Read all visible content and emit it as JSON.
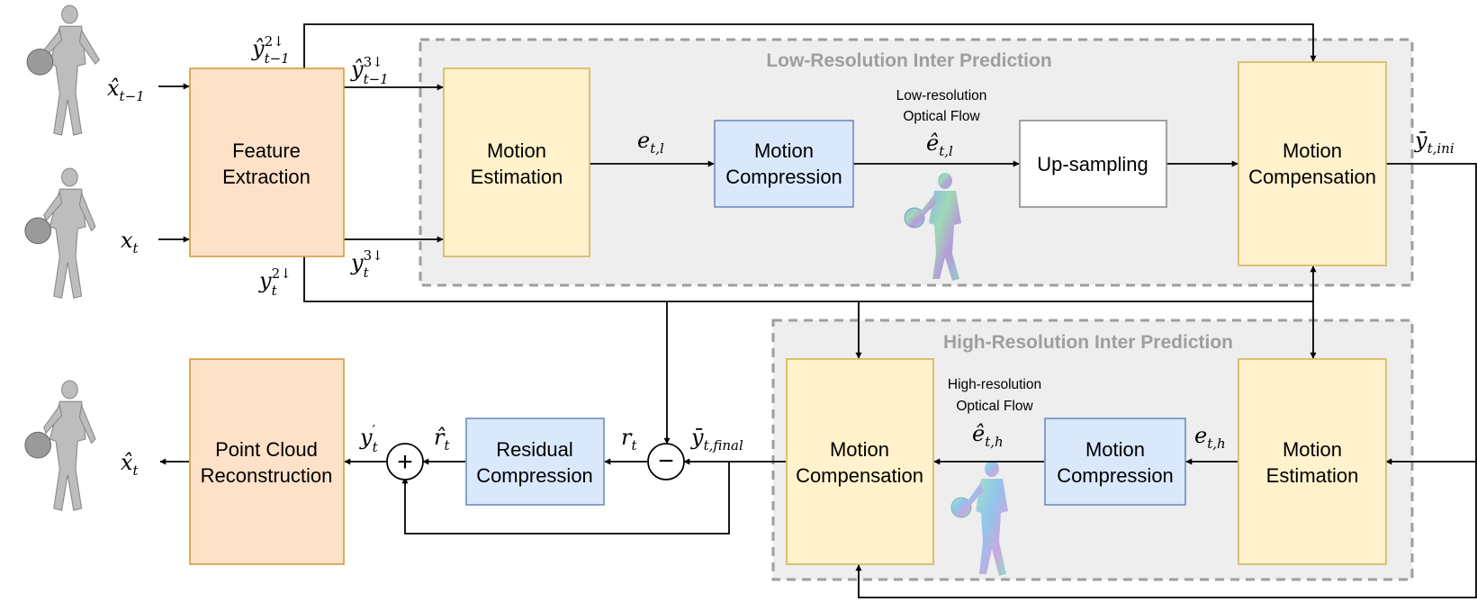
{
  "regions": {
    "low_res": "Low-Resolution Inter Prediction",
    "high_res": "High-Resolution Inter Prediction"
  },
  "blocks": {
    "feature_extraction": [
      "Feature",
      "Extraction"
    ],
    "motion_estimation_low": [
      "Motion",
      "Estimation"
    ],
    "motion_compression_low": [
      "Motion",
      "Compression"
    ],
    "upsampling": "Up-sampling",
    "motion_compensation_low": [
      "Motion",
      "Compensation"
    ],
    "point_cloud_reconstruction": [
      "Point Cloud",
      "Reconstruction"
    ],
    "residual_compression": [
      "Residual",
      "Compression"
    ],
    "motion_compensation_high": [
      "Motion",
      "Compensation"
    ],
    "motion_compression_high": [
      "Motion",
      "Compression"
    ],
    "motion_estimation_high": [
      "Motion",
      "Estimation"
    ]
  },
  "annotations": {
    "low_res_flow": [
      "Low-resolution",
      "Optical Flow"
    ],
    "high_res_flow": [
      "High-resolution",
      "Optical Flow"
    ]
  },
  "symbols": {
    "x_hat_prev": {
      "base": "x̂",
      "sub": "t−1"
    },
    "x_t": {
      "base": "x",
      "sub": "t"
    },
    "x_hat_t": {
      "base": "x̂",
      "sub": "t"
    },
    "y_hat_prev_2": {
      "base": "ŷ",
      "sub": "t−1",
      "sup": "2↓"
    },
    "y_hat_prev_3": {
      "base": "ŷ",
      "sub": "t−1",
      "sup": "3↓"
    },
    "y_t_3": {
      "base": "y",
      "sub": "t",
      "sup": "3↓"
    },
    "y_t_2": {
      "base": "y",
      "sub": "t",
      "sup": "2↓"
    },
    "e_tl": {
      "base": "e",
      "sub": "t,l"
    },
    "e_hat_tl": {
      "base": "ê",
      "sub": "t,l"
    },
    "y_bar_ini": {
      "base": "ȳ",
      "sub": "t,ini"
    },
    "y_bar_final": {
      "base": "ȳ",
      "sub": "t,final"
    },
    "r_t": {
      "base": "r",
      "sub": "t"
    },
    "r_hat_t": {
      "base": "r̂",
      "sub": "t"
    },
    "y_prime_t": {
      "base": "y",
      "sub": "t",
      "sup": "′"
    },
    "e_hat_th": {
      "base": "ê",
      "sub": "t,h"
    },
    "e_th": {
      "base": "e",
      "sub": "t,h"
    }
  },
  "operators": {
    "subtract": "−",
    "add": "+"
  },
  "colors": {
    "feature_block": "#fde1c8",
    "motion_block": "#fff2cc",
    "compression_block": "#dae8fc",
    "region_fill": "#eeeeee",
    "region_border": "#9e9e9e"
  }
}
